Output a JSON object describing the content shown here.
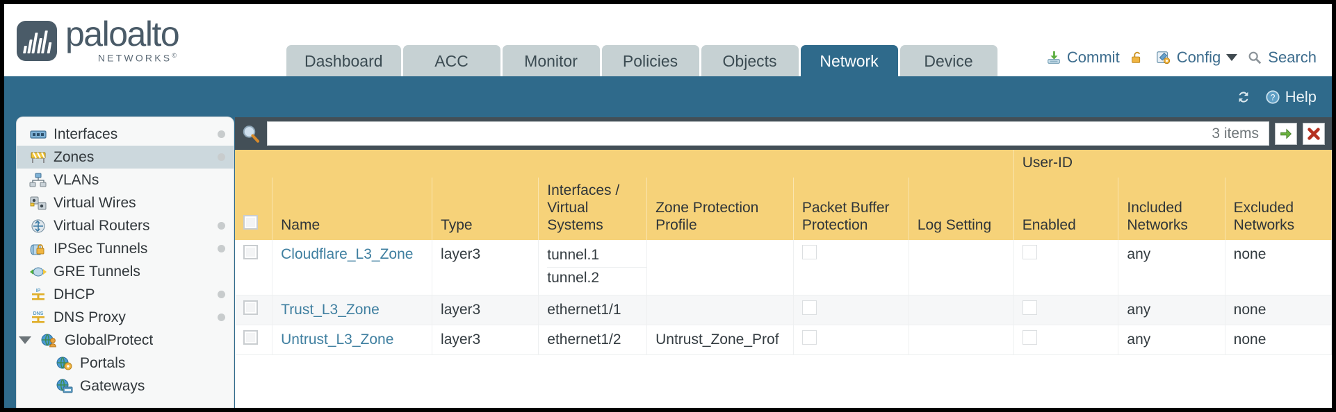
{
  "brand": {
    "name": "paloalto",
    "tagline": "NETWORKS",
    "registered": "©",
    "logo_icon": "paloalto-bars-logo"
  },
  "nav": {
    "tabs": [
      {
        "label": "Dashboard",
        "active": false
      },
      {
        "label": "ACC",
        "active": false
      },
      {
        "label": "Monitor",
        "active": false
      },
      {
        "label": "Policies",
        "active": false
      },
      {
        "label": "Objects",
        "active": false
      },
      {
        "label": "Network",
        "active": true
      },
      {
        "label": "Device",
        "active": false
      }
    ]
  },
  "top_actions": {
    "commit": {
      "label": "Commit",
      "icon": "commit-save-icon"
    },
    "lock": {
      "label": "",
      "icon": "padlock-icon"
    },
    "config": {
      "label": "Config",
      "icon": "config-wrench-icon",
      "caret": "chevron-down-icon"
    },
    "search": {
      "label": "Search",
      "icon": "search-magnifier-icon"
    }
  },
  "blue_bar": {
    "refresh": {
      "label": "",
      "icon": "refresh-icon"
    },
    "help": {
      "label": "Help",
      "icon": "help-question-icon"
    }
  },
  "sidebar": {
    "items": [
      {
        "label": "Interfaces",
        "icon": "interfaces-icon",
        "selected": false,
        "dot": true,
        "indent": false,
        "twisty": false
      },
      {
        "label": "Zones",
        "icon": "zones-barrier-icon",
        "selected": true,
        "dot": true,
        "indent": false,
        "twisty": false
      },
      {
        "label": "VLANs",
        "icon": "vlans-network-icon",
        "selected": false,
        "dot": false,
        "indent": false,
        "twisty": false
      },
      {
        "label": "Virtual Wires",
        "icon": "virtual-wires-icon",
        "selected": false,
        "dot": false,
        "indent": false,
        "twisty": false
      },
      {
        "label": "Virtual Routers",
        "icon": "virtual-routers-icon",
        "selected": false,
        "dot": true,
        "indent": false,
        "twisty": false
      },
      {
        "label": "IPSec Tunnels",
        "icon": "ipsec-tunnels-lock-icon",
        "selected": false,
        "dot": true,
        "indent": false,
        "twisty": false
      },
      {
        "label": "GRE Tunnels",
        "icon": "gre-tunnels-icon",
        "selected": false,
        "dot": false,
        "indent": false,
        "twisty": false
      },
      {
        "label": "DHCP",
        "icon": "dhcp-ip-icon",
        "selected": false,
        "dot": true,
        "indent": false,
        "twisty": false
      },
      {
        "label": "DNS Proxy",
        "icon": "dns-proxy-icon",
        "selected": false,
        "dot": true,
        "indent": false,
        "twisty": false
      },
      {
        "label": "GlobalProtect",
        "icon": "globalprotect-globe-user-icon",
        "selected": false,
        "dot": false,
        "indent": false,
        "twisty": true
      },
      {
        "label": "Portals",
        "icon": "portals-globe-gear-icon",
        "selected": false,
        "dot": false,
        "indent": true,
        "twisty": false
      },
      {
        "label": "Gateways",
        "icon": "gateways-globe-icon",
        "selected": false,
        "dot": false,
        "indent": true,
        "twisty": false
      }
    ]
  },
  "search": {
    "icon": "search-magnifier-icon",
    "value": "",
    "placeholder": "",
    "items_count": "3 items",
    "apply_icon": "apply-arrow-icon",
    "clear_icon": "clear-x-icon"
  },
  "table": {
    "group_header": "User-ID",
    "columns": [
      "Name",
      "Type",
      "Interfaces / Virtual Systems",
      "Zone Protection Profile",
      "Packet Buffer Protection",
      "Log Setting",
      "Enabled",
      "Included Networks",
      "Excluded Networks"
    ],
    "select_all_checkbox": "select-all-checkbox",
    "rows": [
      {
        "selected": false,
        "name": "Cloudflare_L3_Zone",
        "type": "layer3",
        "interfaces": [
          "tunnel.1",
          "tunnel.2"
        ],
        "zone_protection_profile": "",
        "packet_buffer_protection": false,
        "log_setting": "",
        "userid_enabled": false,
        "included_networks": "any",
        "excluded_networks": "none"
      },
      {
        "selected": false,
        "name": "Trust_L3_Zone",
        "type": "layer3",
        "interfaces": [
          "ethernet1/1"
        ],
        "zone_protection_profile": "",
        "packet_buffer_protection": false,
        "log_setting": "",
        "userid_enabled": false,
        "included_networks": "any",
        "excluded_networks": "none"
      },
      {
        "selected": false,
        "name": "Untrust_L3_Zone",
        "type": "layer3",
        "interfaces": [
          "ethernet1/2"
        ],
        "zone_protection_profile": "Untrust_Zone_Prof",
        "packet_buffer_protection": false,
        "log_setting": "",
        "userid_enabled": false,
        "included_networks": "any",
        "excluded_networks": "none"
      }
    ]
  },
  "colors": {
    "brand_blue": "#2f6a8b",
    "tab_inactive": "#c6d1d3",
    "header_yellow": "#f6d279",
    "group_header_yellow": "#e0b54b",
    "link_blue": "#3f7fa0",
    "panel_dark": "#434f57"
  }
}
